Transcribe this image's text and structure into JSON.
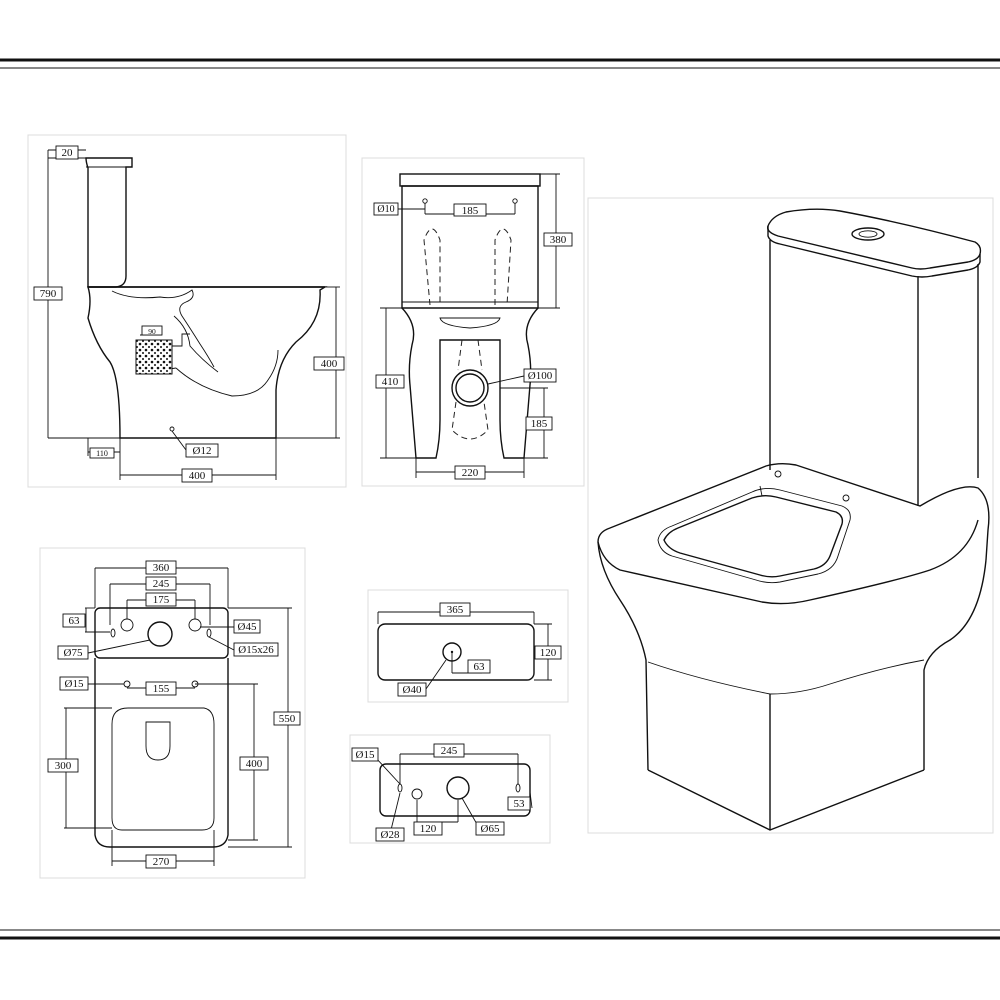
{
  "side_view": {
    "rim_thickness": "20",
    "total_height": "790",
    "pan_height": "400",
    "outlet_height": "90",
    "rear_offset": "110",
    "fixing_hole": "Ø12",
    "base_length": "400"
  },
  "front_view": {
    "hole_diameter": "Ø10",
    "hole_spacing": "185",
    "cistern_height": "380",
    "pan_front_height": "410",
    "outlet_diameter": "Ø100",
    "outlet_height": "185",
    "base_width": "220"
  },
  "top_view": {
    "cistern_width": "360",
    "hole_span_outer": "245",
    "hole_span_inner": "175",
    "edge_offset": "63",
    "side_hole": "Ø45",
    "inlet_hole": "Ø75",
    "slot": "Ø15x26",
    "seat_hole": "Ø15",
    "seat_hole_spacing": "155",
    "total_depth": "550",
    "seat_opening_depth": "300",
    "bowl_depth": "400",
    "bowl_width": "270"
  },
  "lid_view": {
    "width": "365",
    "depth": "120",
    "button_hole": "Ø40",
    "button_offset": "63"
  },
  "cistern_base_view": {
    "hole_left": "Ø15",
    "hole_span": "245",
    "offset_right": "53",
    "small_hole": "Ø28",
    "inner_spacing": "120",
    "flush_hole": "Ø65"
  }
}
